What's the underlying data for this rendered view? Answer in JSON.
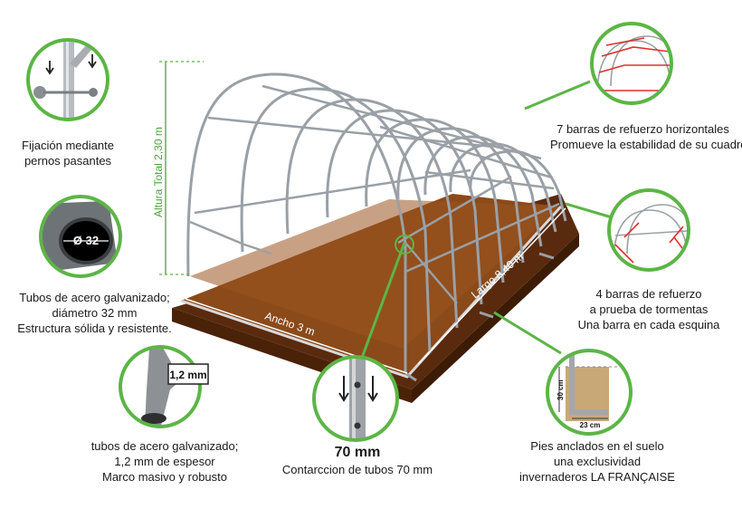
{
  "colors": {
    "accent_green": "#5cb546",
    "soil": "#8b4513",
    "frame": "#9aa0a6"
  },
  "dimensions": {
    "height_label": "Altura Total 2,30 m",
    "width_label": "Ancho 3 m",
    "length_label": "Largo 8,40 m"
  },
  "callouts": {
    "bolts": {
      "lines": [
        "Fijación mediante",
        "pernos pasantes"
      ],
      "icon": "bolt-through-tube-icon"
    },
    "tube_diameter": {
      "badge": "Ø 32",
      "lines": [
        "Tubos de acero galvanizado;",
        "diámetro 32 mm",
        "Estructura sólida y resistente."
      ]
    },
    "thickness": {
      "badge": "1,2 mm",
      "lines": [
        "tubos de acero galvanizado;",
        "1,2 mm de espesor",
        "Marco masivo y robusto"
      ]
    },
    "connector": {
      "title": "70 mm",
      "lines": [
        "Contarccion de tubos 70 mm"
      ]
    },
    "anchors": {
      "depth": "30 cm",
      "width": "23 cm",
      "lines": [
        "Pies anclados en el suelo",
        "una exclusividad",
        "invernaderos LA FRANÇAISE"
      ]
    },
    "horizontal_bars": {
      "lines": [
        "7 barras de refuerzo horizontales",
        "Promueve la estabilidad de su cuadro"
      ]
    },
    "corner_bars": {
      "lines": [
        "4 barras de refuerzo",
        "a prueba de tormentas",
        "Una barra en cada esquina"
      ]
    }
  }
}
